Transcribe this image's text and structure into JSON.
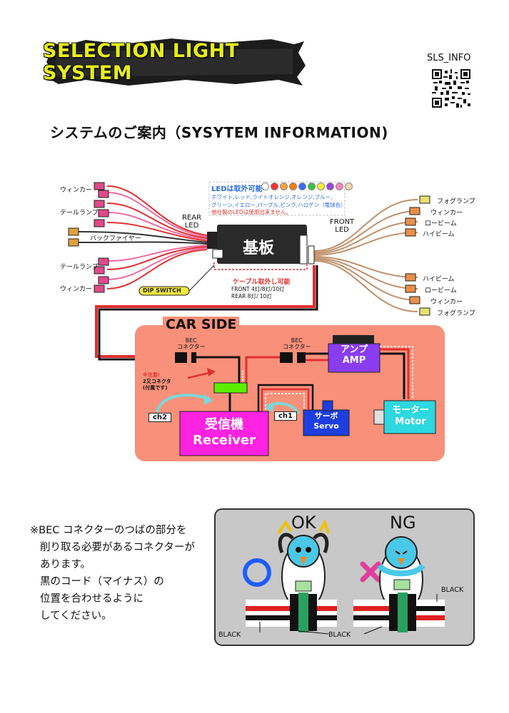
{
  "header": {
    "logo_text": "SELECTION LIGHT SYSTEM",
    "info_label": "SLS_INFO",
    "title": "システムのご案内（SYSYTEM INFORMATION)"
  },
  "board": {
    "label": "基板",
    "rear_led": [
      "REAR",
      "LED"
    ],
    "front_led": [
      "FRONT",
      "LED"
    ],
    "dip_switch": "DIP SWITCH",
    "led_info": {
      "title": "LEDは取外可能",
      "line1": "ホワイト,レッド,ライトオレンジ,オレンジ,ブルー,",
      "line2": "グリーン,イエロー,パープル,ピンク,ハロゲン（電球色）",
      "line3": "他社製のLEDは使用出来ません。",
      "dot_colors": [
        "#ffffff",
        "#ff3030",
        "#ffa040",
        "#ff7a00",
        "#3a6cff",
        "#3ac040",
        "#ffee30",
        "#a040e0",
        "#ff80c0",
        "#f5d8a8"
      ]
    },
    "cable_info": {
      "title": "ケーブル取外し可能",
      "front": "FRONT  4灯/8灯/10灯",
      "rear": "REAR     8灯/ 10灯"
    }
  },
  "rear_labels": [
    "ウィンカー",
    "テールランプ",
    "バックファイヤー",
    "テールランプ",
    "ウィンカー"
  ],
  "front_labels": [
    "フォグランプ",
    "ウィンカー",
    "ロービーム",
    "ハイビーム",
    "ハイビーム",
    "ロービーム",
    "ウィンカー",
    "フォグランプ"
  ],
  "car_side": {
    "title": "CAR SIDE",
    "bec1": [
      "BEC",
      "コネクター"
    ],
    "bec2": [
      "BEC",
      "コネクター"
    ],
    "amp": [
      "アンプ",
      "AMP"
    ],
    "motor": [
      "モーター",
      "Motor"
    ],
    "servo": [
      "サーボ",
      "Servo"
    ],
    "receiver": [
      "受信機",
      "Receiver"
    ],
    "ch1": "ch1",
    "ch2": "ch2",
    "warning": [
      "※注意!",
      "2又コネクタ",
      "(付属です)"
    ]
  },
  "note_lines": [
    "※BEC コネクターのつばの部分を",
    "削り取る必要があるコネクターが",
    "あります。",
    "黒のコード（マイナス）の",
    "位置を合わせるように",
    "してください。"
  ],
  "okng": {
    "ok": "OK",
    "ng": "NG",
    "black_labels": [
      "BLACK",
      "BLACK",
      "BLACK"
    ]
  }
}
